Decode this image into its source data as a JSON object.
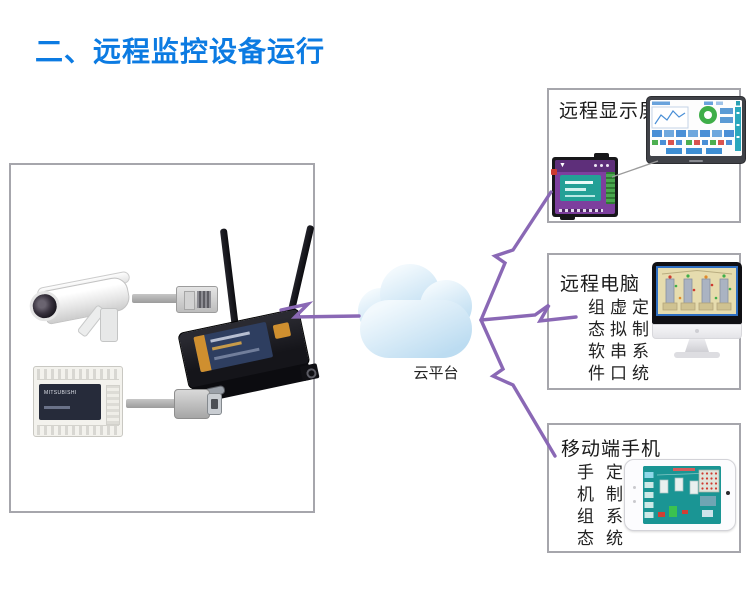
{
  "page": {
    "title": "二、远程监控设备运行"
  },
  "colors": {
    "title_blue": "#0c7be2",
    "lightning_purple": "#8a68b5",
    "box_border_gray": "#a6a6ac",
    "cloud_blue": "#bcdcf1",
    "rtu_purple": "#7d3f9e",
    "rtu_teal": "#23a096",
    "router_orange": "#cf8f2f",
    "phone_screen_teal": "#1a9594",
    "pc_screen_beige": "#e6dcae"
  },
  "cloud": {
    "label": "云平台"
  },
  "left_panel": {
    "plc_brand": "MITSUBISHI"
  },
  "remote_display": {
    "title": "远程显示屏"
  },
  "remote_pc": {
    "title": "远程电脑",
    "columns": [
      "组态软件",
      "虚拟串口",
      "定制系统"
    ]
  },
  "mobile_phone": {
    "title": "移动端手机",
    "columns": [
      "手机组态",
      "定制系统"
    ]
  }
}
